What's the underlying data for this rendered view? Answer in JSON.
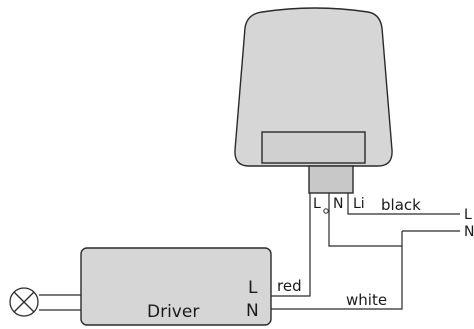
{
  "sensor": {
    "terminal_l": "L",
    "terminal_n": "N",
    "terminal_li": "Li"
  },
  "wires": {
    "black": "black",
    "red": "red",
    "white": "white"
  },
  "mains": {
    "l": "L",
    "n": "N"
  },
  "driver": {
    "label": "Driver",
    "terminal_l": "L",
    "terminal_n": "N"
  },
  "colors": {
    "housing_fill": "#d6d6d6",
    "line": "#2a2a2a"
  }
}
